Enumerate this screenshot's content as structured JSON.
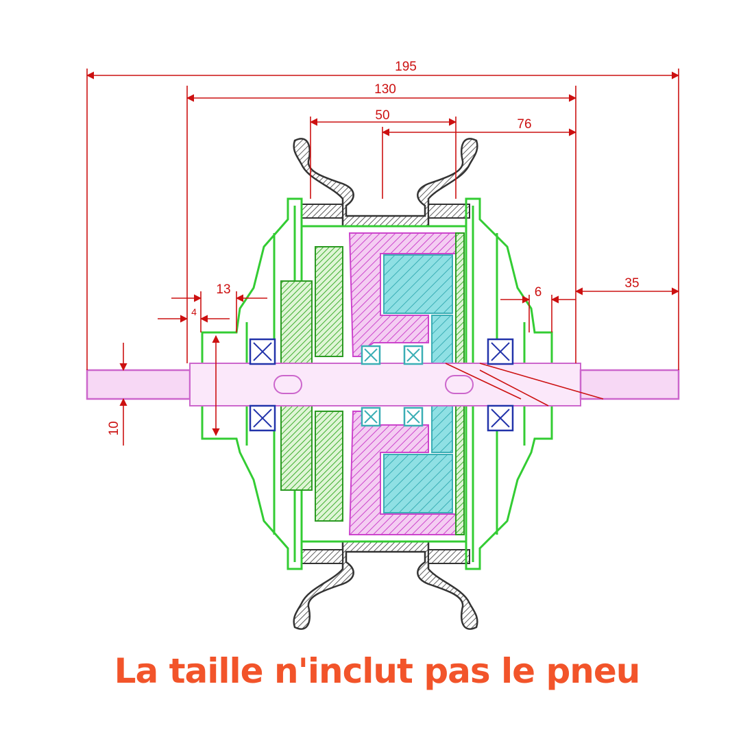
{
  "diagram": {
    "dimensions": {
      "overall_width": "195",
      "inner_width": "130",
      "rim_width": "50",
      "right_offset": "76",
      "left_offset": "13",
      "left_small": "4",
      "right_small": "6",
      "right_axle": "35",
      "axle_diameter": "10"
    },
    "colors": {
      "dimension": "#cc1010",
      "housing": "#33cc33",
      "rotor": "#cc44cc",
      "stator": "#55cccc",
      "axle": "#cc66cc",
      "rim": "#333333",
      "bearing": "#2233aa"
    }
  },
  "caption": "La taille n'inclut pas le pneu"
}
